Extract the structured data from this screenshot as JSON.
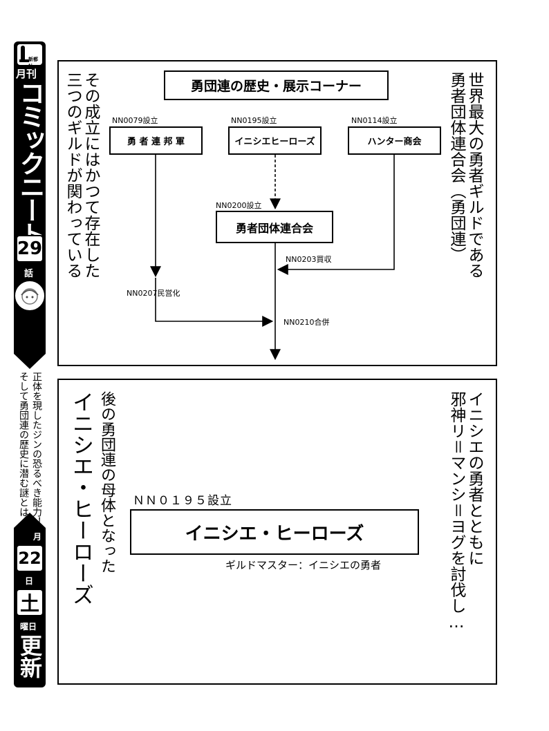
{
  "banner": {
    "publisher": "新都社",
    "monthly": "月刊",
    "magazine": "コミックニート",
    "issue_number": "29",
    "issue_suffix": "話",
    "teaser": [
      "正体を現したジンの恐るべき能力！",
      "そして勇団連の歴史に潜む謎とは？"
    ],
    "month_label": "月",
    "day_number": "22",
    "day_label": "日",
    "weekday": "土",
    "weekday_suffix": "曜日",
    "update_label": "更新"
  },
  "panel1": {
    "title": "勇団連の歴史・展示コーナー",
    "nodes": {
      "yuusha_renpougun": {
        "name": "勇 者 連 邦 軍",
        "event": "NN0079設立"
      },
      "inishie_heroes": {
        "name": "イニシエヒーローズ",
        "event": "NN0195設立"
      },
      "hunter_shoukai": {
        "name": "ハンター商会",
        "event": "NN0114設立"
      },
      "yuusha_dantai": {
        "name": "勇者団体連合会",
        "event": "NN0200設立"
      }
    },
    "edges": {
      "acquisition": "NN0203買収",
      "privatization": "NN0207民営化",
      "merger": "NN0210合併"
    },
    "narration_right": [
      "世界最大の勇者ギルドである",
      "勇者団体連合会（勇団連）"
    ],
    "narration_left": [
      "その成立にはかつて存在した",
      "三つのギルドが関わっている"
    ]
  },
  "panel2": {
    "founded_label": "ＮＮ０１９５設立",
    "box_title": "イニシエ・ヒーローズ",
    "guildmaster": "ギルドマスター：イニシエの勇者",
    "narration_right": [
      "イニシエの勇者とともに",
      "邪神リ＝マンシ＝ヨグを討伐し…"
    ],
    "narration_left": [
      "後の勇団連の母体となった",
      "イニシエ・ヒーローズ"
    ]
  }
}
